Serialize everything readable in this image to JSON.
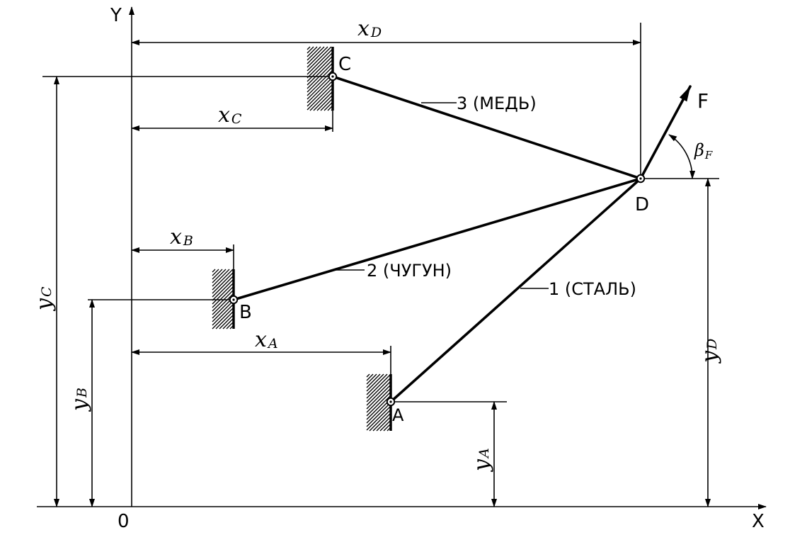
{
  "axes": {
    "y": "Y",
    "x": "X",
    "origin": "0"
  },
  "points": {
    "A": "A",
    "B": "B",
    "C": "C",
    "D": "D"
  },
  "force": {
    "name": "F",
    "angle": {
      "base": "β",
      "sub": "F"
    }
  },
  "rods": [
    {
      "label": "1 (СТАЛЬ)"
    },
    {
      "label": "2 (ЧУГУН)"
    },
    {
      "label": "3 (МЕДЬ)"
    }
  ],
  "dims": {
    "xD": {
      "base": "x",
      "sub": "D"
    },
    "xC": {
      "base": "x",
      "sub": "C"
    },
    "xB": {
      "base": "x",
      "sub": "B"
    },
    "xA": {
      "base": "x",
      "sub": "A"
    },
    "yC": {
      "base": "y",
      "sub": "C"
    },
    "yB": {
      "base": "y",
      "sub": "B"
    },
    "yA": {
      "base": "y",
      "sub": "A"
    },
    "yD": {
      "base": "y",
      "sub": "D"
    }
  }
}
